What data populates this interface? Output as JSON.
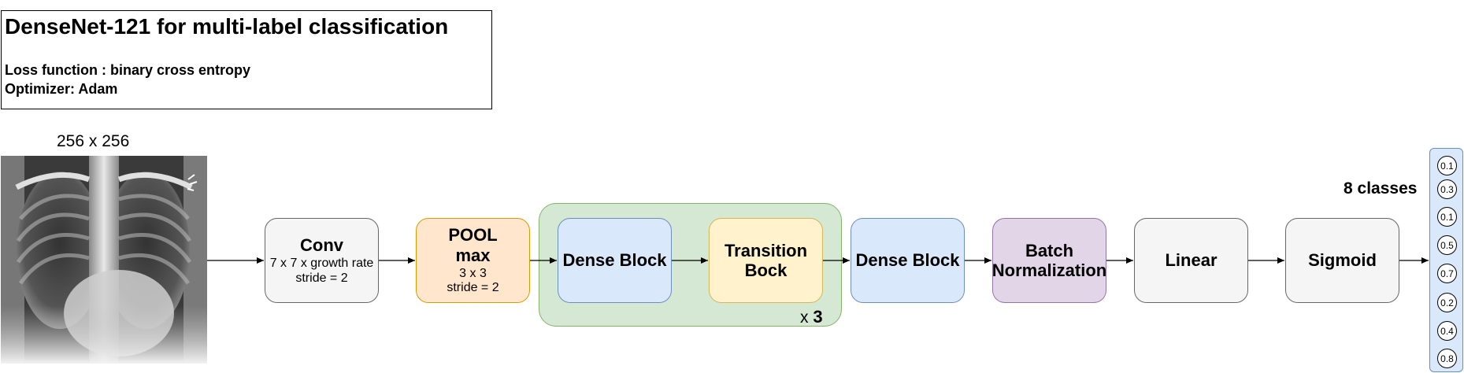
{
  "header": {
    "title": "DenseNet-121 for multi-label classification",
    "loss": "Loss function : binary cross entropy",
    "optimizer": "Optimizer: Adam"
  },
  "input": {
    "caption": "256 x 256"
  },
  "nodes": {
    "conv": {
      "label": "Conv",
      "detail_1": "7 x 7 x growth rate",
      "detail_2": "stride = 2"
    },
    "pool": {
      "label_1": "POOL",
      "label_2": "max",
      "detail_1": "3 x 3",
      "detail_2": "stride = 2"
    },
    "dense_block_1": {
      "label": "Dense Block"
    },
    "transition": {
      "label_1": "Transition",
      "label_2": "Bock"
    },
    "dense_block_2": {
      "label": "Dense Block"
    },
    "batch_norm": {
      "label_1": "Batch",
      "label_2": "Normalization"
    },
    "linear": {
      "label": "Linear"
    },
    "sigmoid": {
      "label": "Sigmoid"
    }
  },
  "repeat": {
    "prefix": "x",
    "count": "3"
  },
  "output": {
    "classes_label": "8 classes",
    "values": [
      "0.1",
      "0.3",
      "0.1",
      "0.5",
      "0.7",
      "0.2",
      "0.4",
      "0.8"
    ]
  },
  "colors": {
    "gray_fill": "#f5f5f5",
    "orange_fill": "#ffe6cc",
    "blue_fill": "#dae8fc",
    "yellow_fill": "#fff2cc",
    "purple_fill": "#e1d5e7",
    "green_group": "#d5e8d4"
  }
}
